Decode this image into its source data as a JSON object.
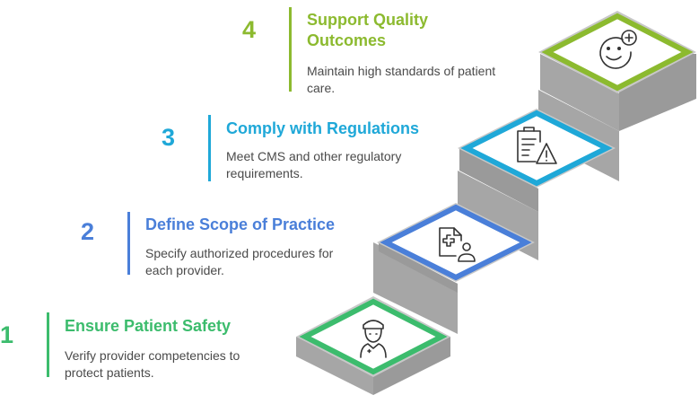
{
  "steps": [
    {
      "number": "1",
      "title": "Ensure Patient Safety",
      "description": "Verify provider competencies to protect patients.",
      "color": "#3cbc6d",
      "icon": "nurse-icon"
    },
    {
      "number": "2",
      "title": "Define Scope of Practice",
      "description": "Specify authorized procedures for each provider.",
      "color": "#4a7fd9",
      "icon": "medical-document-user-icon"
    },
    {
      "number": "3",
      "title": "Comply with Regulations",
      "description": "Meet CMS and other regulatory requirements.",
      "color": "#1fa8d8",
      "icon": "clipboard-warning-icon"
    },
    {
      "number": "4",
      "title": "Support Quality Outcomes",
      "description": "Maintain high standards of patient care.",
      "color": "#8cba2f",
      "icon": "smiley-plus-icon"
    }
  ],
  "stair_colors": {
    "top": "#c8c8c8",
    "front": "#a6a6a6",
    "shadow": "#9a9a9a"
  }
}
